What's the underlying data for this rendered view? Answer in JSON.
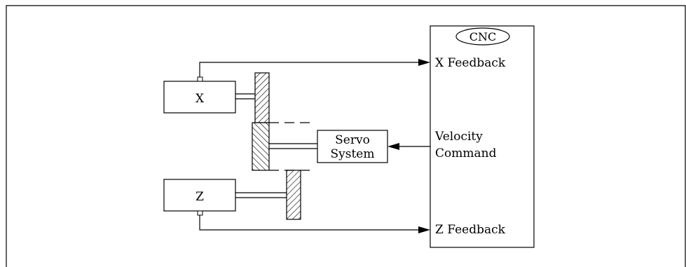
{
  "diagram": {
    "cnc_label": "CNC",
    "x_feedback_label": "X Feedback",
    "velocity_label_line1": "Velocity",
    "velocity_label_line2": "Command",
    "z_feedback_label": "Z Feedback",
    "servo_label_line1": "Servo",
    "servo_label_line2": "System",
    "x_motor_label": "X",
    "z_motor_label": "Z"
  }
}
